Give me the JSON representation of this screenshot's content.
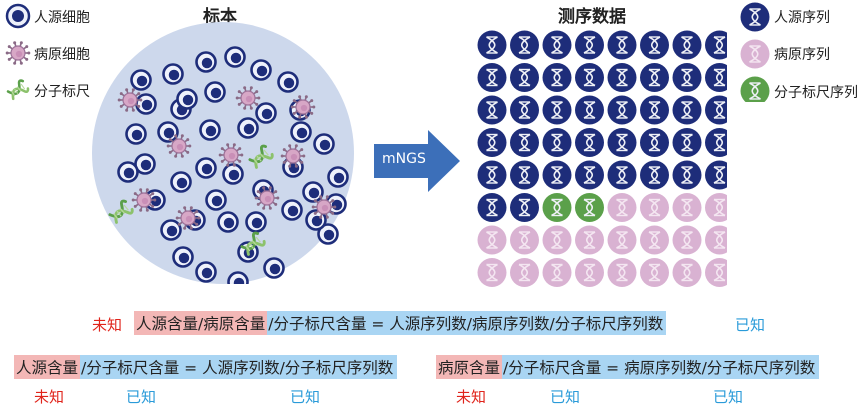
{
  "left_legend": {
    "human_cell": "人源细胞",
    "pathogen_cell": "病原细胞",
    "spike_in": "分子标尺"
  },
  "sample_title": "标本",
  "arrow_label": "mNGS",
  "seq_title": "测序数据",
  "right_legend": {
    "human_seq": "人源序列",
    "pathogen_seq": "病原序列",
    "spike_seq": "分子标尺序列"
  },
  "colors": {
    "human": "#1e2d7a",
    "pathogen": "#d9b2d2",
    "spike": "#5ba04a",
    "arrow": "#3c6fb9"
  },
  "grid": {
    "rows": 8,
    "cols": 8,
    "cells": [
      "H",
      "H",
      "H",
      "H",
      "H",
      "H",
      "H",
      "H",
      "H",
      "H",
      "H",
      "H",
      "H",
      "H",
      "H",
      "H",
      "H",
      "H",
      "H",
      "H",
      "H",
      "H",
      "H",
      "H",
      "H",
      "H",
      "H",
      "H",
      "H",
      "H",
      "H",
      "H",
      "H",
      "H",
      "H",
      "H",
      "H",
      "H",
      "H",
      "H",
      "H",
      "H",
      "S",
      "S",
      "P",
      "P",
      "P",
      "P",
      "P",
      "P",
      "P",
      "P",
      "P",
      "P",
      "P",
      "P",
      "P",
      "P",
      "P",
      "P",
      "P",
      "P",
      "P",
      "P"
    ]
  },
  "eq1": {
    "unknown": "未知",
    "known": "已知",
    "ratio": "人源含量/病原含量",
    "rest": "/分子标尺含量 = 人源序列数/病原序列数/分子标尺序列数"
  },
  "eq2": {
    "left": "人源含量",
    "right": "/分子标尺含量 = 人源序列数/分子标尺序列数",
    "unknown": "未知",
    "known1": "已知",
    "known2": "已知"
  },
  "eq3": {
    "left": "病原含量",
    "right": "/分子标尺含量 = 病原序列数/分子标尺序列数",
    "unknown": "未知",
    "known1": "已知",
    "known2": "已知"
  }
}
